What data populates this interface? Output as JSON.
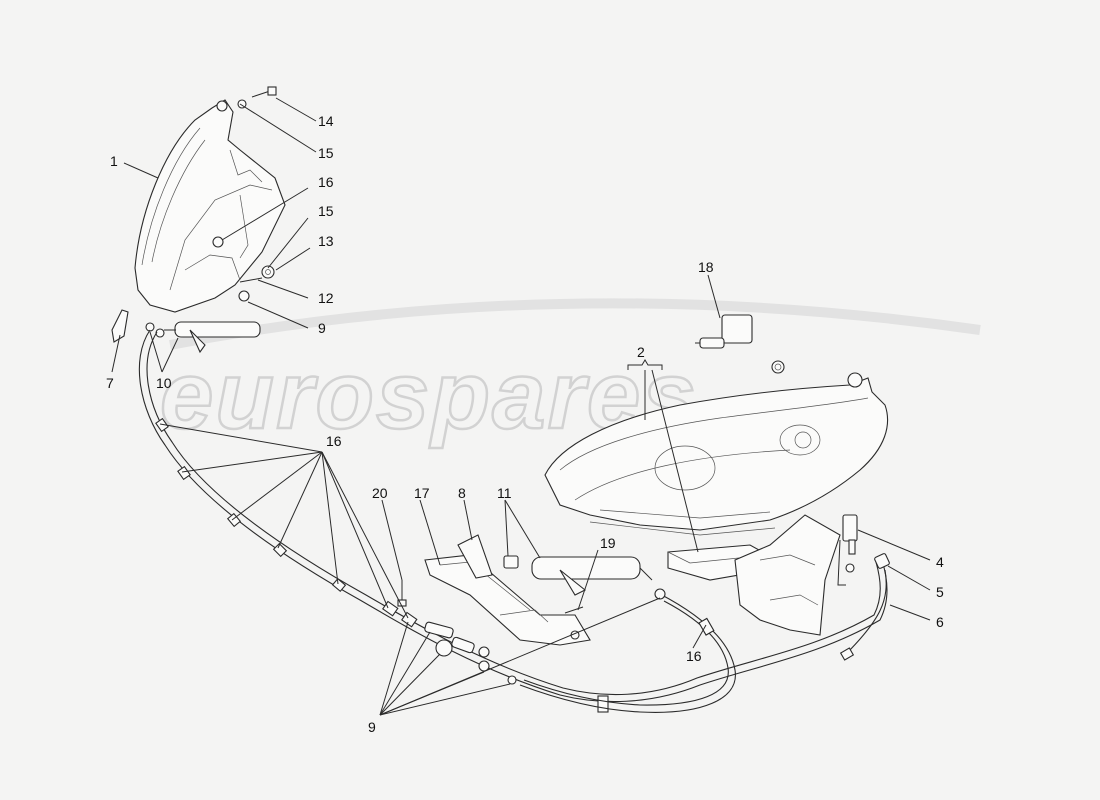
{
  "watermark": "eurospares",
  "callouts": [
    {
      "id": "c1",
      "text": "1"
    },
    {
      "id": "c2",
      "text": "2"
    },
    {
      "id": "c4",
      "text": "4"
    },
    {
      "id": "c5",
      "text": "5"
    },
    {
      "id": "c6",
      "text": "6"
    },
    {
      "id": "c7",
      "text": "7"
    },
    {
      "id": "c8",
      "text": "8"
    },
    {
      "id": "c9a",
      "text": "9"
    },
    {
      "id": "c9b",
      "text": "9"
    },
    {
      "id": "c10",
      "text": "10"
    },
    {
      "id": "c11",
      "text": "11"
    },
    {
      "id": "c12",
      "text": "12"
    },
    {
      "id": "c13",
      "text": "13"
    },
    {
      "id": "c14",
      "text": "14"
    },
    {
      "id": "c15a",
      "text": "15"
    },
    {
      "id": "c15b",
      "text": "15"
    },
    {
      "id": "c16a",
      "text": "16"
    },
    {
      "id": "c16b",
      "text": "16"
    },
    {
      "id": "c16c",
      "text": "16"
    },
    {
      "id": "c17",
      "text": "17"
    },
    {
      "id": "c18",
      "text": "18"
    },
    {
      "id": "c19",
      "text": "19"
    },
    {
      "id": "c20",
      "text": "20"
    }
  ]
}
